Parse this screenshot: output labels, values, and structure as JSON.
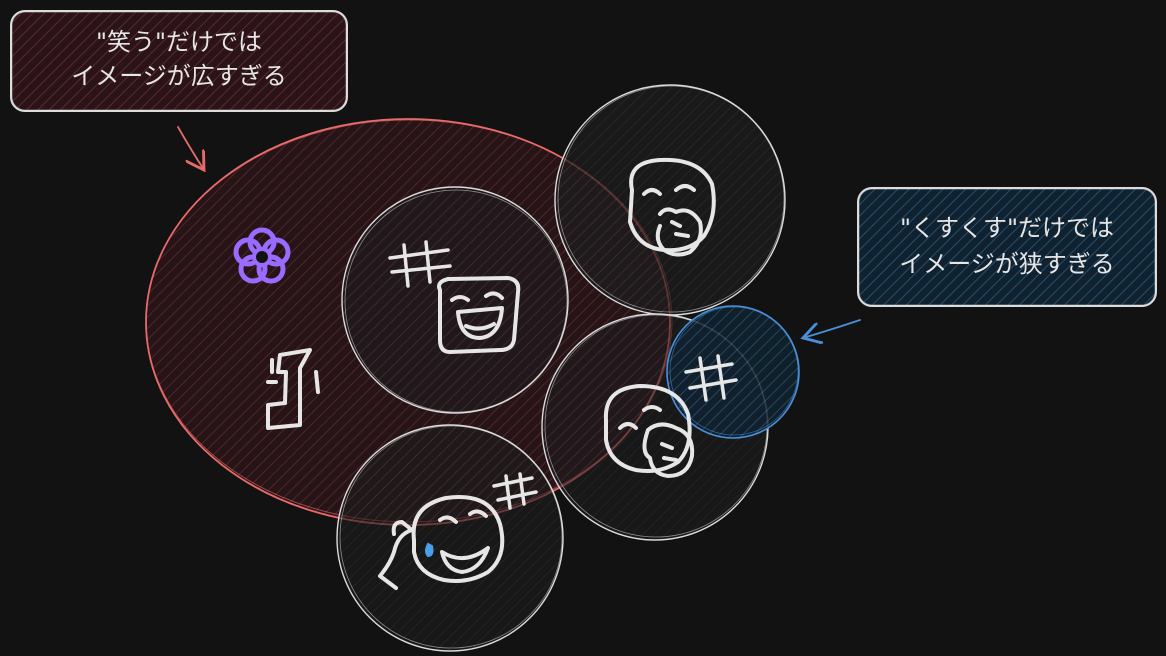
{
  "callouts": {
    "broad": {
      "line1": "\"笑う\"だけでは",
      "line2": "イメージが広すぎる"
    },
    "narrow": {
      "line1": "\"くすくす\"だけでは",
      "line2": "イメージが狭すぎる"
    }
  },
  "icons": {
    "flower": "flower-icon",
    "figure": "standing-figure-icon",
    "laughing_face": "laughing-face-icon",
    "giggle_face": "giggling-face-icon",
    "chuckle_face": "chuckling-face-icon",
    "tears_face": "laughing-with-tears-icon",
    "hatch_mark": "hatch-mark-icon"
  },
  "colors": {
    "background": "#121212",
    "broad_stroke": "#e86a6a",
    "broad_fill": "#3a1a1f",
    "narrow_stroke": "#4a90d9",
    "narrow_fill": "#163248",
    "circle_stroke": "#dcdcdc",
    "flower": "#9b6bff",
    "tear": "#4a9fe8"
  }
}
